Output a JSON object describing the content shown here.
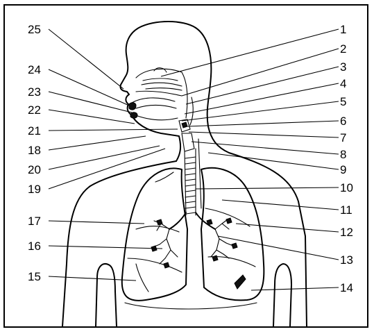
{
  "diagram": {
    "labels_right": [
      "1",
      "2",
      "3",
      "4",
      "5",
      "6",
      "7",
      "8",
      "9",
      "10",
      "11",
      "12",
      "13",
      "14"
    ],
    "labels_left": [
      "25",
      "24",
      "23",
      "22",
      "21",
      "18",
      "20",
      "19",
      "17",
      "16",
      "15"
    ]
  }
}
